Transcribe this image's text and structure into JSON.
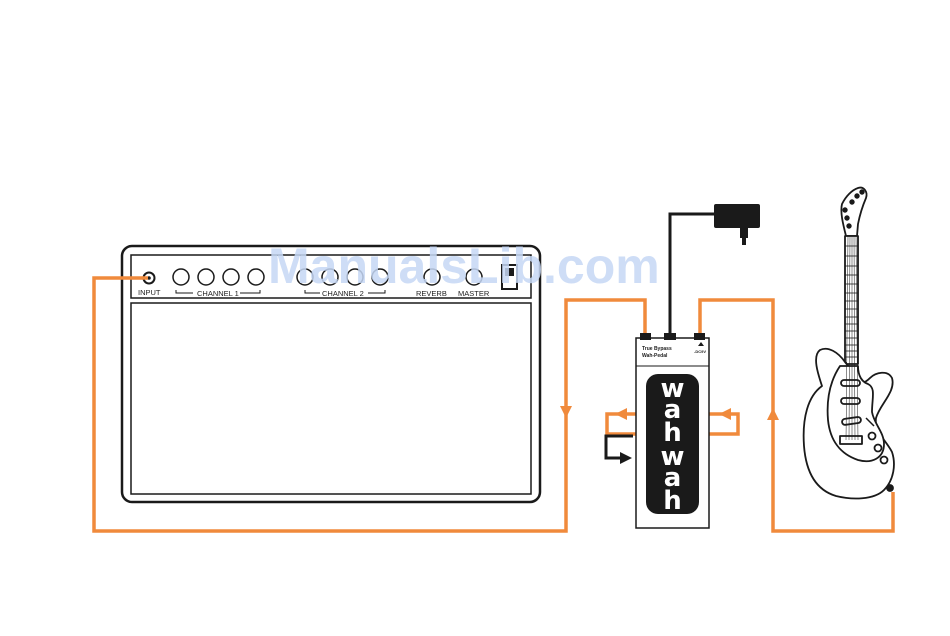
{
  "colors": {
    "cable": "#f08a3c",
    "outline": "#1a1a1a",
    "watermark": "#c6d8f5"
  },
  "amp": {
    "input_label": "INPUT",
    "channel1_label": "CHANNEL 1",
    "channel2_label": "CHANNEL 2",
    "reverb_label": "REVERB",
    "master_label": "MASTER"
  },
  "pedal": {
    "name_line1": "True Bypass",
    "name_line2": "Wah-Pedal",
    "power_label": "-DC9V",
    "treadle_letters_top": [
      "w",
      "a",
      "h"
    ],
    "treadle_letters_bottom": [
      "w",
      "a",
      "h"
    ]
  },
  "watermark": {
    "text": "ManualsLib.com"
  },
  "icons": [
    "power-adapter-icon",
    "electric-guitar-icon"
  ]
}
